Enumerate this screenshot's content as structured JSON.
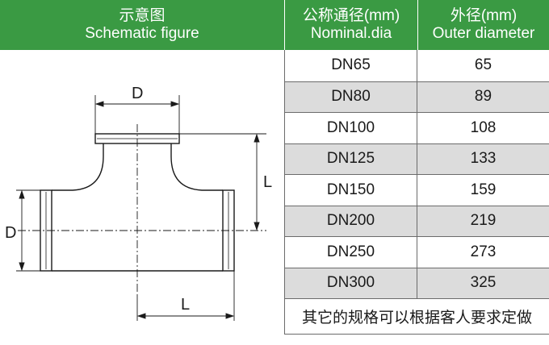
{
  "header": {
    "figure_cn": "示意图",
    "figure_en": "Schematic figure",
    "nominal_cn": "公称通径(mm)",
    "nominal_en": "Nominal.dia",
    "outer_cn": "外径(mm)",
    "outer_en": "Outer diameter"
  },
  "figure": {
    "label_d_top": "D",
    "label_l_right": "L",
    "label_d_left": "D",
    "label_l_bottom": "L"
  },
  "rows": [
    {
      "nominal": "DN65",
      "outer": "65"
    },
    {
      "nominal": "DN80",
      "outer": "89"
    },
    {
      "nominal": "DN100",
      "outer": "108"
    },
    {
      "nominal": "DN125",
      "outer": "133"
    },
    {
      "nominal": "DN150",
      "outer": "159"
    },
    {
      "nominal": "DN200",
      "outer": "219"
    },
    {
      "nominal": "DN250",
      "outer": "273"
    },
    {
      "nominal": "DN300",
      "outer": "325"
    }
  ],
  "note": "其它的规格可以根据客人要求定做",
  "colors": {
    "header_bg": "#3a9a43",
    "alt_row": "#dcdcdc"
  }
}
